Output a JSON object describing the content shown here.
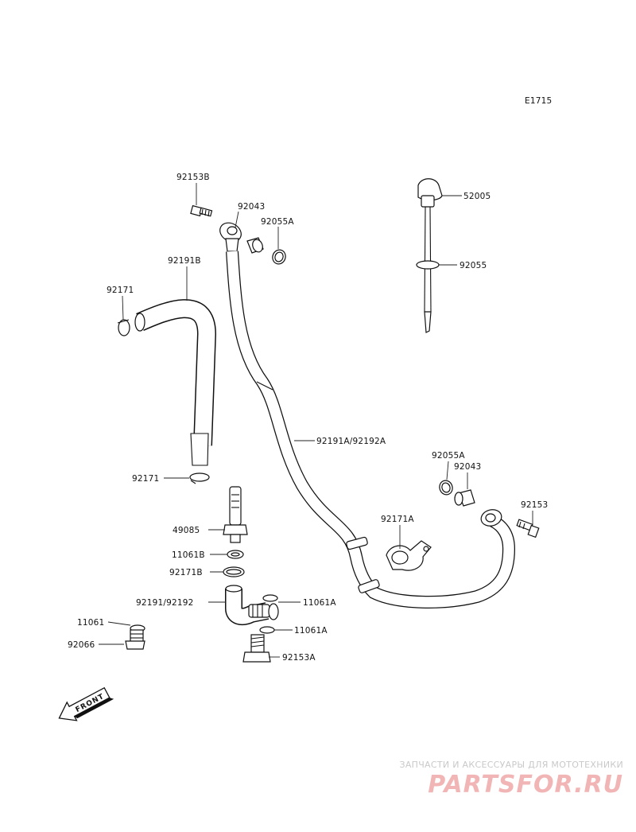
{
  "diagram_code": "E1715",
  "callouts": {
    "c92153B": "92153B",
    "c92043_top": "92043",
    "c92055A_top": "92055A",
    "c92191B": "92191B",
    "c92171_top": "92171",
    "c92171_low": "92171",
    "c52005": "52005",
    "c92055": "92055",
    "c92191A": "92191A/92192A",
    "c92055A_right": "92055A",
    "c92043_right": "92043",
    "c92153": "92153",
    "c92171A": "92171A",
    "c49085": "49085",
    "c11061B": "11061B",
    "c92171B": "92171B",
    "c92191": "92191/92192",
    "c11061A_1": "11061A",
    "c11061A_2": "11061A",
    "c11061": "11061",
    "c92066": "92066",
    "c92153A": "92153A"
  },
  "front_arrow": {
    "label": "FRONT"
  },
  "watermark": {
    "line1": "ЗАПЧАСТИ И АКСЕССУАРЫ ДЛЯ МОТОТЕХНИКИ",
    "line2": "PARTSFOR.RU",
    "color": "#f2b5b5"
  },
  "icons": [
    "front-arrow-icon"
  ]
}
